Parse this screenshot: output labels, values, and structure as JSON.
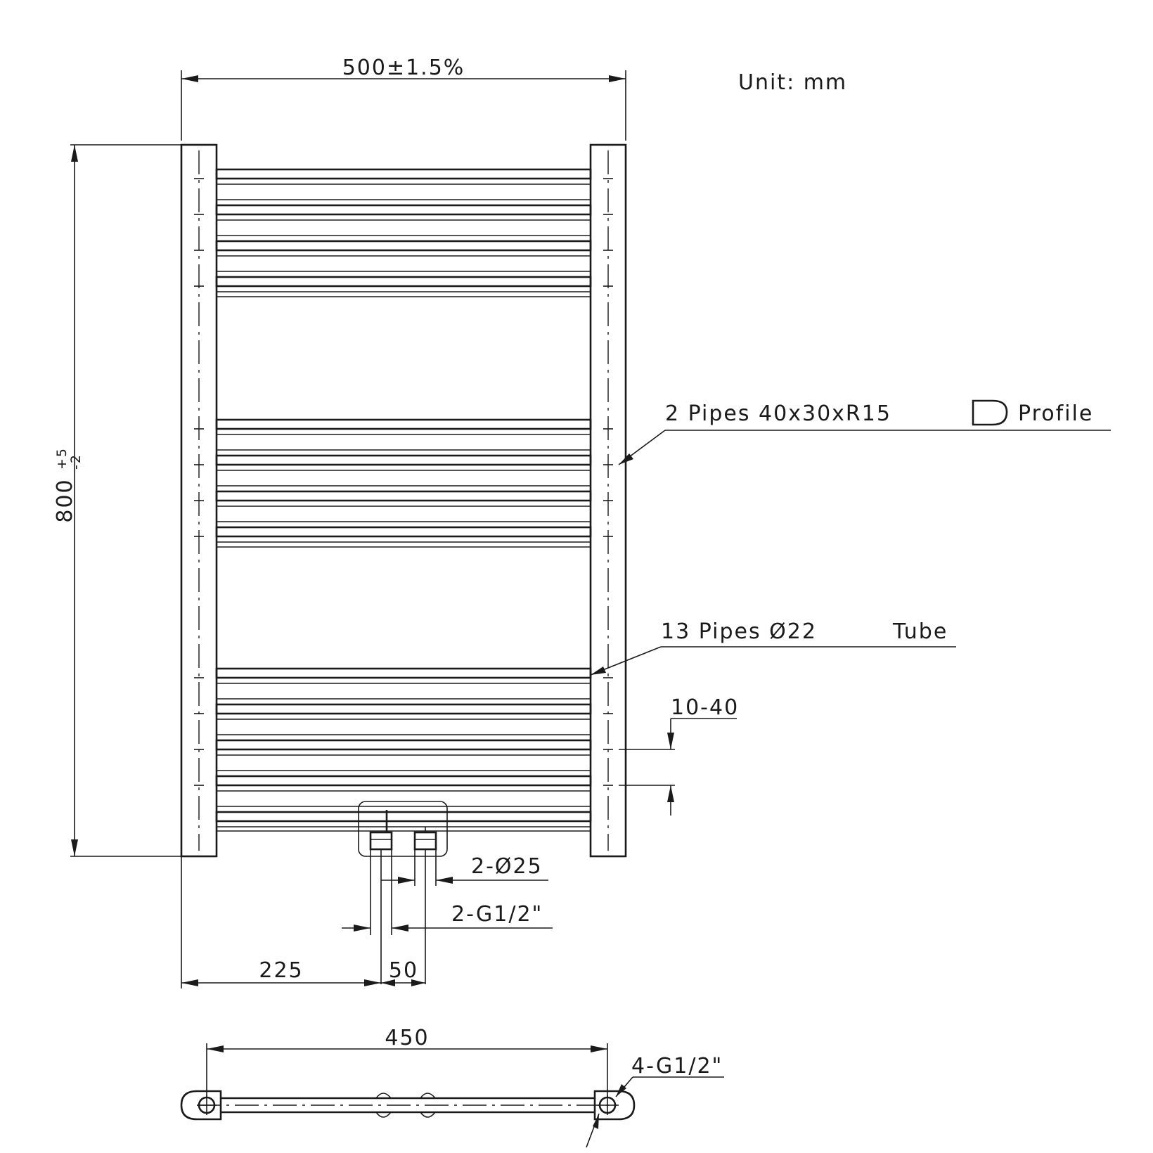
{
  "unit_label": "Unit: mm",
  "dimensions": {
    "overall_width": "500±1.5%",
    "overall_height_base": "800",
    "overall_height_tol_plus": "+5",
    "overall_height_tol_minus": "-2",
    "offset_left": "225",
    "inlet_spacing": "50",
    "bracket_spacing": "450",
    "bar_gap": "10-40"
  },
  "callouts": {
    "vertical_pipes": "2 Pipes 40x30xR15",
    "profile_label": "Profile",
    "horizontal_pipes": "13 Pipes Ø22",
    "tube_label": "Tube",
    "inlet_diameter": "2-Ø25",
    "inlet_thread": "2-G1/2\"",
    "bracket_thread": "4-G1/2\""
  },
  "icons": {
    "profile_shape": "d-profile-icon"
  }
}
